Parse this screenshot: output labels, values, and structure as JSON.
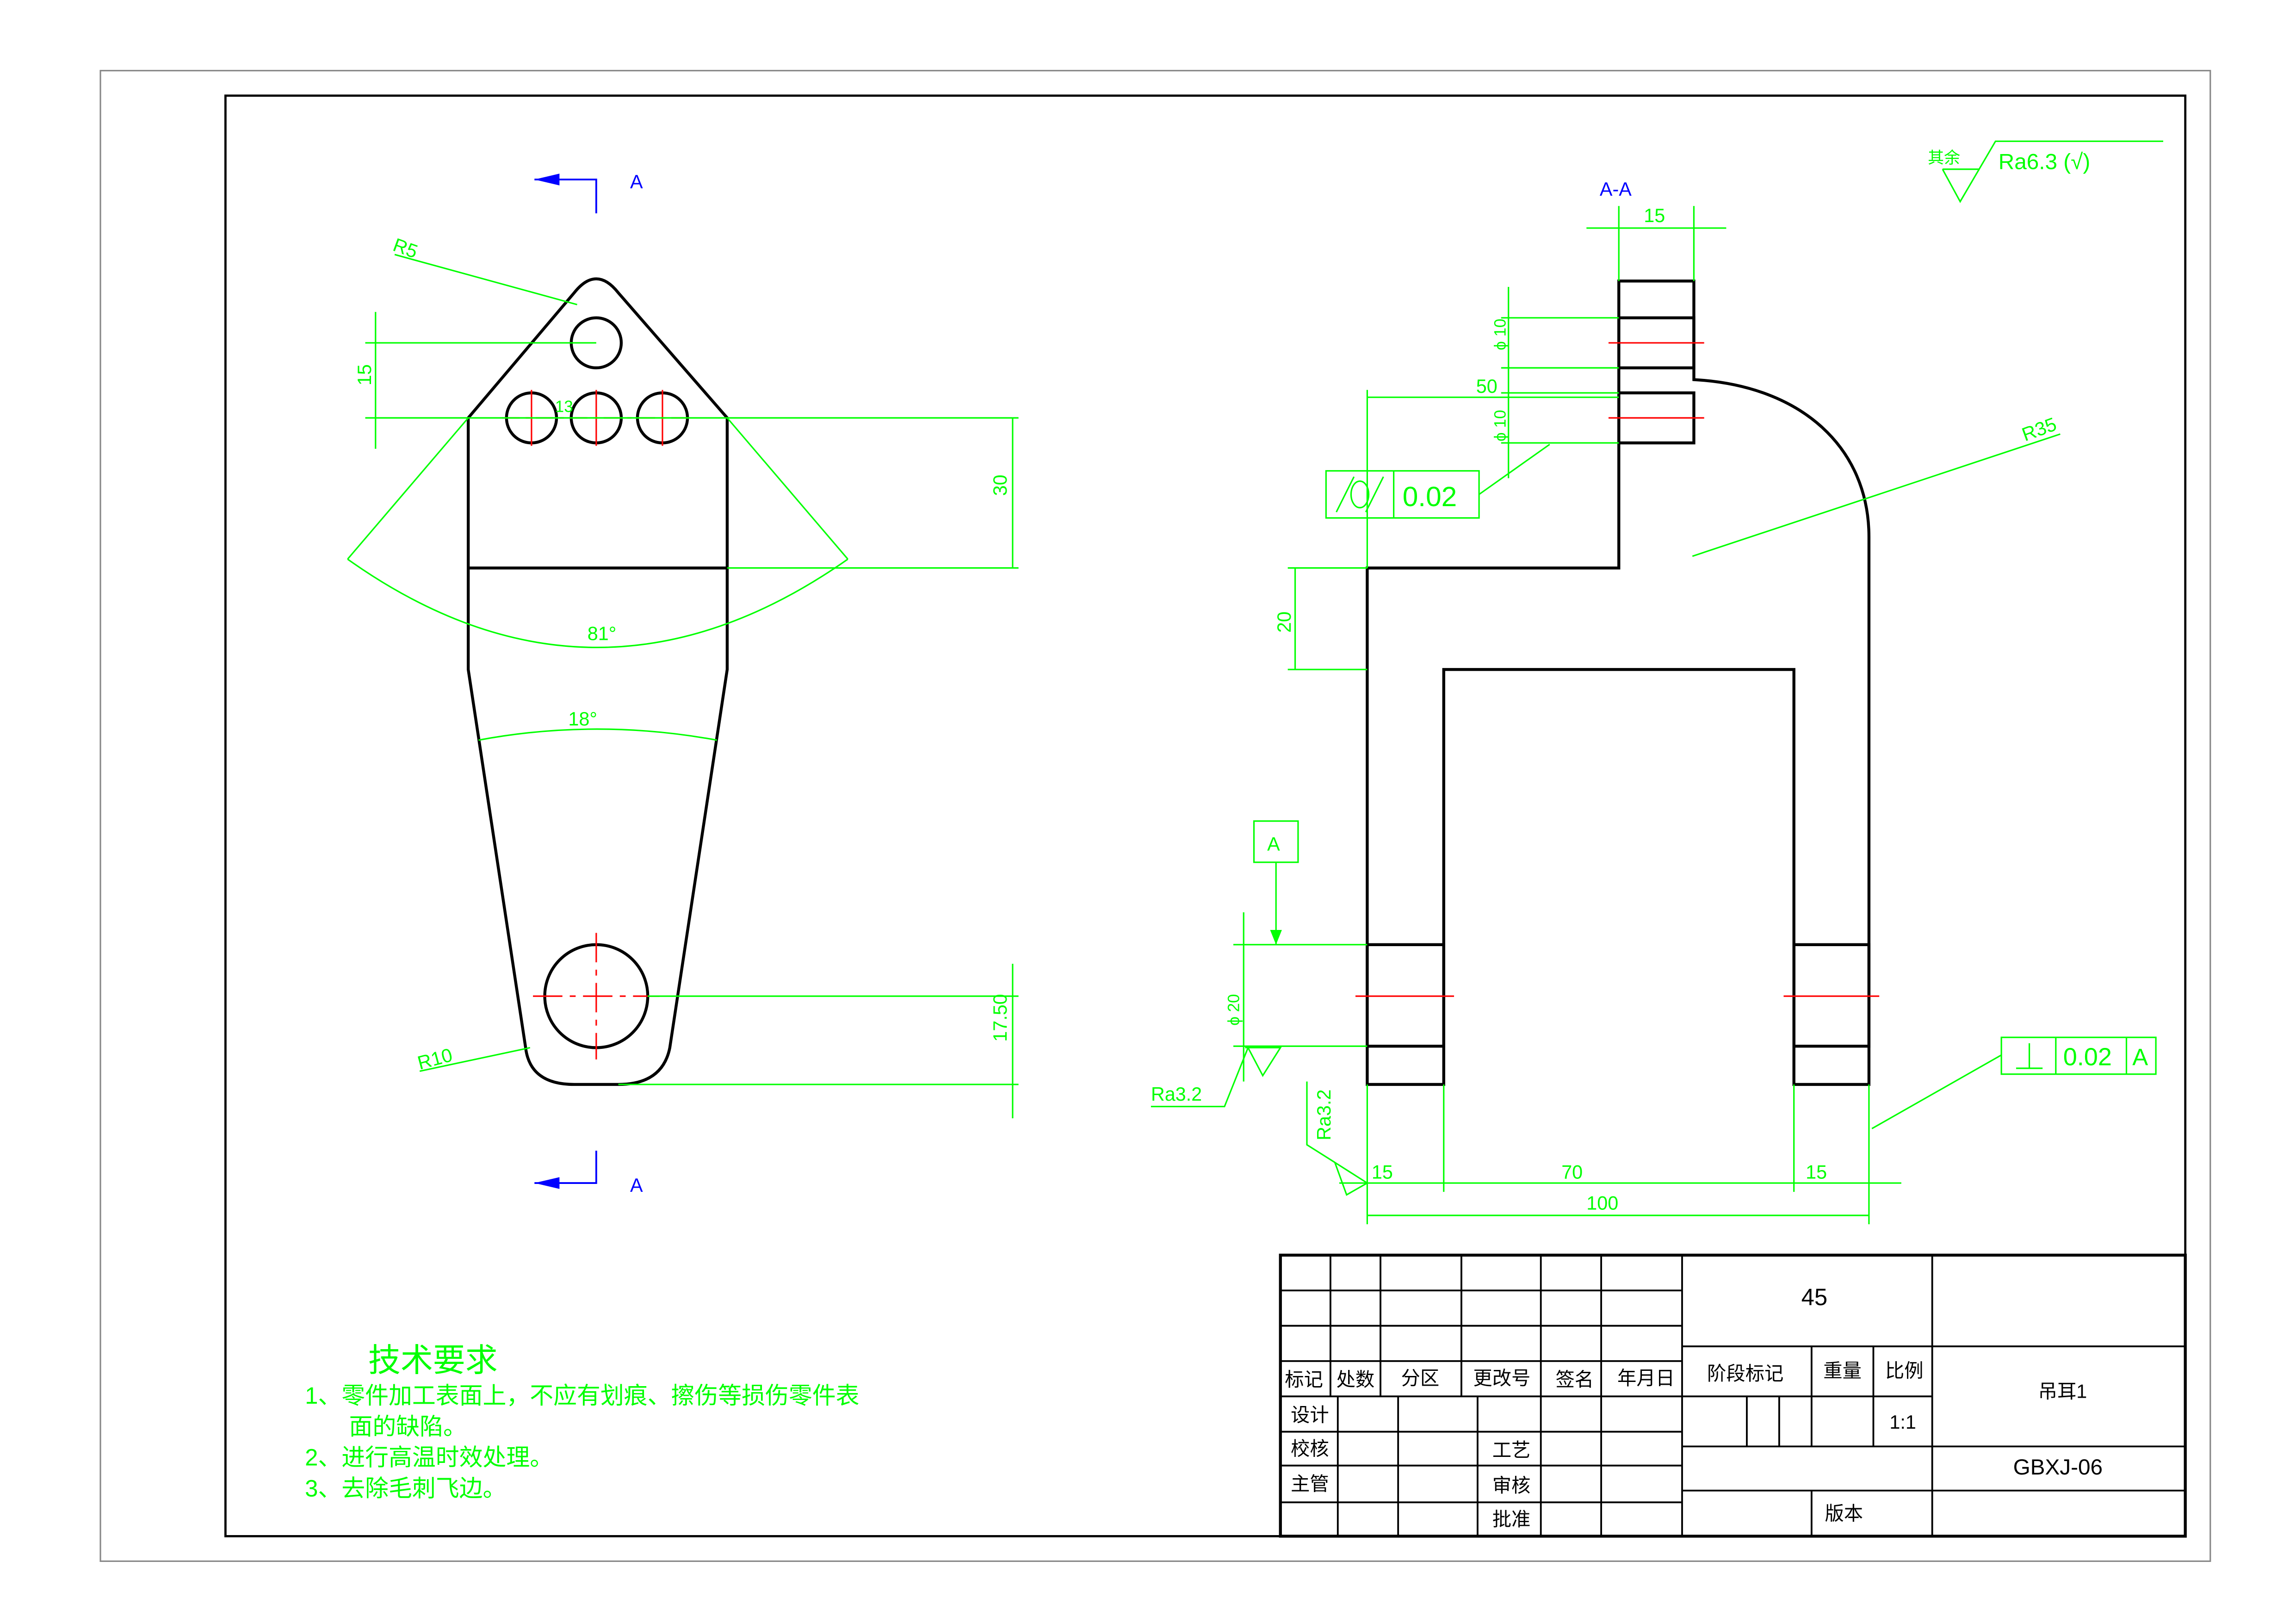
{
  "colors": {
    "geometry": "#000000",
    "dimension": "#00ff00",
    "centerline": "#ff0000",
    "section": "#0000ff"
  },
  "views": {
    "section_label_top": "A",
    "section_label_bottom": "A",
    "section_view_title": "A-A"
  },
  "left_view_dims": {
    "r5": "R5",
    "d15": "15",
    "d13": "13",
    "d30": "30",
    "angle81": "81°",
    "angle18": "18°",
    "d1750": "17.50",
    "r10": "R10"
  },
  "section_dims": {
    "d15_top": "15",
    "d50": "50",
    "phi10_a": "ϕ 10",
    "phi10_b": "ϕ 10",
    "flatness_tol": "0.02",
    "d20": "20",
    "datum": "A",
    "phi20": "ϕ 20",
    "ra_left": "Ra3.2",
    "ra_bottom": "Ra3.2",
    "d15_left": "15",
    "d70": "70",
    "d15_right": "15",
    "d100": "100",
    "r35": "R35",
    "perp_tol": "0.02",
    "perp_datum": "A"
  },
  "roughness_note": {
    "prefix": "其余",
    "value": "Ra6.3 (√)"
  },
  "tech_requirements": {
    "title": "技术要求",
    "lines": [
      "1、零件加工表面上，不应有划痕、擦伤等损伤零件表",
      "面的缺陷。",
      "2、进行高温时效处理。",
      "3、去除毛刺飞边。"
    ]
  },
  "title_block": {
    "headers": [
      "标记",
      "处数",
      "分区",
      "更改号",
      "签名",
      "年月日"
    ],
    "row_labels": [
      "设计",
      "校核",
      "主管"
    ],
    "process": "工艺",
    "review": "审核",
    "approve": "批准",
    "material": "45",
    "stage_mark": "阶段标记",
    "weight": "重量",
    "scale_label": "比例",
    "scale": "1:1",
    "part_name": "吊耳1",
    "drawing_no": "GBXJ-06",
    "version": "版本"
  }
}
